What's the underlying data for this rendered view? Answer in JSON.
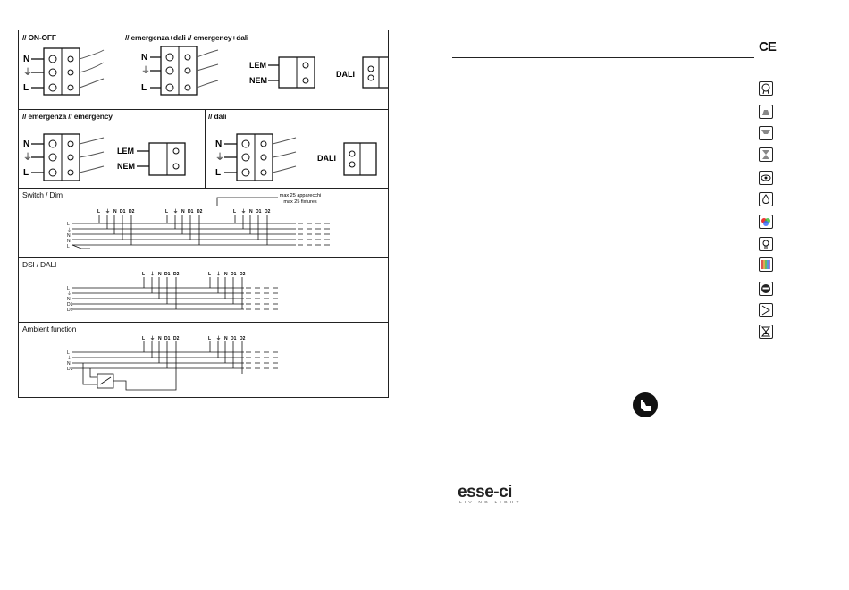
{
  "sections": {
    "onoff": {
      "title": "// ON-OFF"
    },
    "emergency_dali": {
      "title": "// emergenza+dali // emergency+dali"
    },
    "emergency": {
      "title": "// emergenza // emergency"
    },
    "dali": {
      "title": "// dali"
    },
    "switch_dim": {
      "title": "Switch / Dim"
    },
    "dsi_dali": {
      "title": "DSI / DALI"
    },
    "ambient": {
      "title": "Ambient function"
    }
  },
  "labels": {
    "N": "N",
    "L": "L",
    "earth": "⏚",
    "LEM": "LEM",
    "NEM": "NEM",
    "DALI": "DALI",
    "D1": "D1",
    "D2": "D2"
  },
  "notes": {
    "max_it": "max 25 apparecchi",
    "max_en": "max 25 fixtures"
  },
  "brand": {
    "name": "esse-ci",
    "tagline": "LIVING LIGHT"
  },
  "certification": "CE",
  "icons": [
    "quality-seal-icon",
    "light-down-icon",
    "light-wide-icon",
    "light-hourglass-icon",
    "eye-icon",
    "water-drop-icon",
    "rgb-icon",
    "light-bulb-icon",
    "color-bars-icon",
    "face-icon",
    "angle-icon",
    "hourglass-icon"
  ],
  "colors": {
    "ink": "#111111",
    "line": "#222222"
  }
}
